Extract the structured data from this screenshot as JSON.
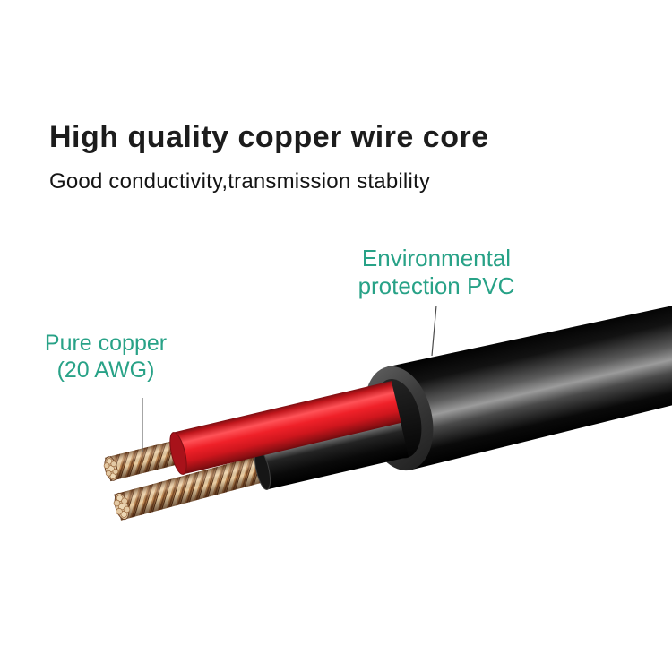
{
  "header": {
    "title": "High quality copper wire core",
    "subtitle": "Good conductivity,transmission stability"
  },
  "labels": {
    "pvc": {
      "line1": "Environmental",
      "line2": "protection PVC"
    },
    "copper": {
      "line1": "Pure copper",
      "line2": "(20 AWG)"
    }
  },
  "colors": {
    "background": "#ffffff",
    "title_text": "#1c1c1c",
    "accent_teal": "#28a287",
    "cable_jacket_black": "#000000",
    "jacket_highlight_gray": "#9b9b9b",
    "cut_face_gray": "#3c3c3c",
    "wire_red": "#ee1c24",
    "wire_black": "#111111",
    "copper_base": "#c18a55",
    "copper_light": "#eccfa4",
    "copper_dark": "#7c4a26",
    "callout_line": "#4a4a4a"
  }
}
